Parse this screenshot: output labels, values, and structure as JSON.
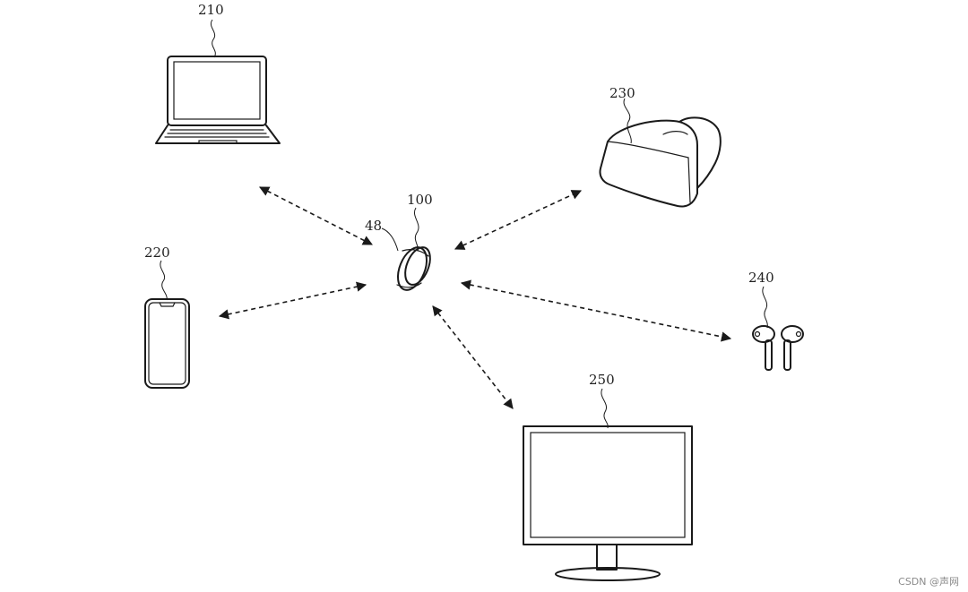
{
  "labels": {
    "laptop": "210",
    "phone": "220",
    "headset": "230",
    "earbuds": "240",
    "monitor": "250",
    "ring": "100",
    "ring_part": "48"
  },
  "watermark": "CSDN @声网"
}
